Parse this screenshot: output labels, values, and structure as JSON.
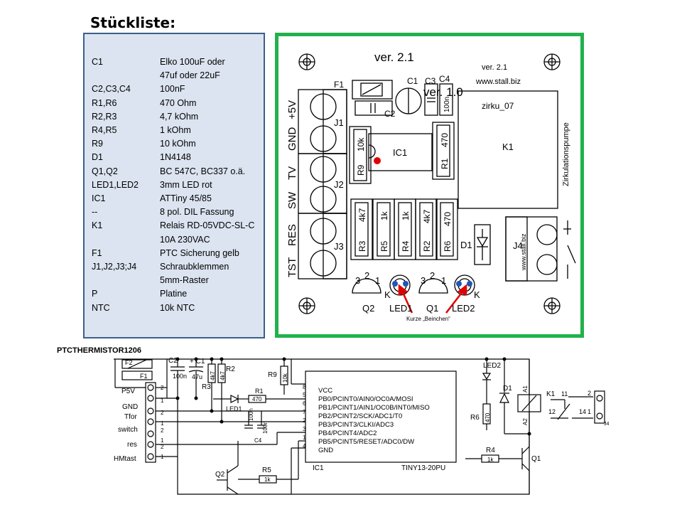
{
  "title": "Stückliste:",
  "bom": [
    {
      "ref": "C1",
      "desc": "Elko 100uF oder"
    },
    {
      "ref": "",
      "desc": "47uf oder 22uF"
    },
    {
      "ref": "C2,C3,C4",
      "desc": "100nF"
    },
    {
      "ref": "R1,R6",
      "desc": "470 Ohm"
    },
    {
      "ref": "R2,R3",
      "desc": "4,7  kOhm"
    },
    {
      "ref": "R4,R5",
      "desc": "1     kOhm"
    },
    {
      "ref": "R9",
      "desc": "10    kOhm"
    },
    {
      "ref": "D1",
      "desc": "1N4148"
    },
    {
      "ref": "Q1,Q2",
      "desc": "BC 547C, BC337  o.ä."
    },
    {
      "ref": "LED1,LED2",
      "desc": "3mm LED rot"
    },
    {
      "ref": "IC1",
      "desc": "ATTiny 45/85"
    },
    {
      "ref": "--",
      "desc": "8 pol. DIL Fassung"
    },
    {
      "ref": "K1",
      "desc": "Relais RD-05VDC-SL-C"
    },
    {
      "ref": "",
      "desc": "10A   230VAC"
    },
    {
      "ref": "F1",
      "desc": "PTC Sicherung gelb"
    },
    {
      "ref": "J1,J2,J3;J4",
      "desc": "Schraubklemmen"
    },
    {
      "ref": "",
      "desc": "5mm-Raster"
    },
    {
      "ref": "P",
      "desc": "Platine"
    },
    {
      "ref": "NTC",
      "desc": "10k NTC"
    }
  ],
  "board": {
    "ver_big": "ver. 2.1",
    "ver_old": "ver. 1.0",
    "ver_small": "ver. 2.1",
    "url": "www.stall.biz",
    "name": "zirku_07",
    "relay": "K1",
    "side_text": "Zirkulationspumpe",
    "terminal_labels": [
      "+5V",
      "GND",
      "TV",
      "SW",
      "RES",
      "TST"
    ],
    "j_labels": [
      "J1",
      "J2",
      "J3",
      "J4"
    ],
    "f1": "F1",
    "caps": [
      "C1",
      "C3",
      "C4",
      "C2"
    ],
    "cap_val": "100n",
    "ic": "IC1",
    "r_top": [
      {
        "name": "R9",
        "val": "10k"
      },
      {
        "name": "R1",
        "val": "470"
      }
    ],
    "r_bottom": [
      {
        "name": "R3",
        "val": "4k7"
      },
      {
        "name": "R5",
        "val": "1k"
      },
      {
        "name": "R4",
        "val": "1k"
      },
      {
        "name": "R2",
        "val": "4k7"
      },
      {
        "name": "R6",
        "val": "470"
      }
    ],
    "d1": "D1",
    "j4_url": "www.stall.biz",
    "tr_labels": [
      "Q2",
      "LED1",
      "Q1",
      "LED2"
    ],
    "pins": [
      "3",
      "2",
      "1",
      "3",
      "2",
      "1"
    ],
    "k_label": "K",
    "note": "Kurze „Beinchen“"
  },
  "schematic": {
    "ptc": "PTCTHERMISTOR1206",
    "f2": "F2",
    "f1": "F1",
    "c2": "C2",
    "c2v": "100n",
    "c1": "+ C1",
    "c1v": "47u",
    "r3": "R3",
    "r2": "R2",
    "r3v": "4k7",
    "r2v": "4k7",
    "r9": "R9",
    "r9v": "10k",
    "led1": "LED1",
    "r1": "R1",
    "r1v": "470",
    "c3v": "100n",
    "c4": "C4",
    "c4v": "100n",
    "left_labels": [
      "P5V",
      "GND",
      "Tfor",
      "switch",
      "res",
      "HMtast"
    ],
    "left_pins": [
      "2",
      "1",
      "2",
      "1",
      "2",
      "1",
      "2",
      "1"
    ],
    "ic_pins": [
      "8",
      "5",
      "6",
      "7",
      "2",
      "3",
      "1",
      "4"
    ],
    "ic_lines": [
      "VCC",
      "PB0/PCINT0/AIN0/OC0A/MOSI",
      "PB1/PCINT1/AIN1/OC0B/INT0/MISO",
      "PB2/PCINT2/SCK/ADC1/T0",
      "PB3/PCINT3/CLKI/ADC3",
      "PB4/PCINT4/ADC2",
      "PB5/PCINT5/RESET/ADC0/DW",
      "GND"
    ],
    "ic1": "IC1",
    "tiny": "TINY13-20PU",
    "q2": "Q2",
    "r5": "R5",
    "r5v": "1k",
    "led2": "LED2",
    "d1": "D1",
    "k1": "K1",
    "a1": "A1",
    "a2": "A2",
    "r6": "R6",
    "r6v": "470",
    "r4": "R4",
    "r4v": "1k",
    "q1": "Q1",
    "relay_pins": [
      "11",
      "12",
      "14"
    ],
    "j4_pins": [
      "2",
      "1"
    ],
    "j4": "J4"
  }
}
